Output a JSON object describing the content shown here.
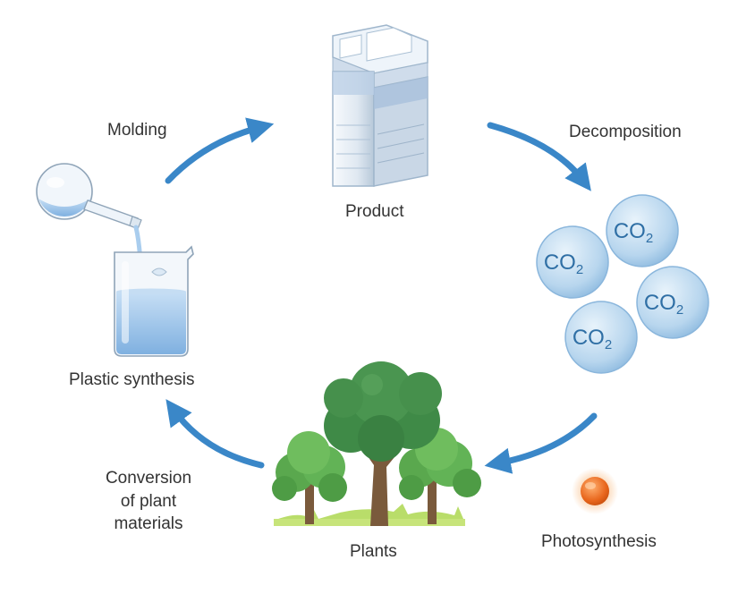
{
  "nodes": {
    "product": {
      "label": "Product",
      "icon": "product-container-icon"
    },
    "decomposition": {
      "label": "Decomposition"
    },
    "co2": {
      "label": "CO",
      "sub": "2",
      "count": 4,
      "icon": "co2-bubble-icon"
    },
    "photosynthesis": {
      "label": "Photosynthesis",
      "icon": "sun-icon"
    },
    "plants": {
      "label": "Plants",
      "icon": "trees-icon"
    },
    "conversion": {
      "line1": "Conversion",
      "line2": "of plant",
      "line3": "materials"
    },
    "plastic_synthesis": {
      "label": "Plastic synthesis",
      "icon": "lab-glassware-icon"
    },
    "molding": {
      "label": "Molding"
    }
  },
  "colors": {
    "arrow": "#3a87c8",
    "bubble": "#b8d6ee",
    "bubble_text": "#2f6fa5",
    "tree_dark": "#3f8a47",
    "tree_light": "#62b356",
    "trunk": "#7a5a3c",
    "sun": "#e8661c",
    "liquid": "#9cc3ea"
  }
}
